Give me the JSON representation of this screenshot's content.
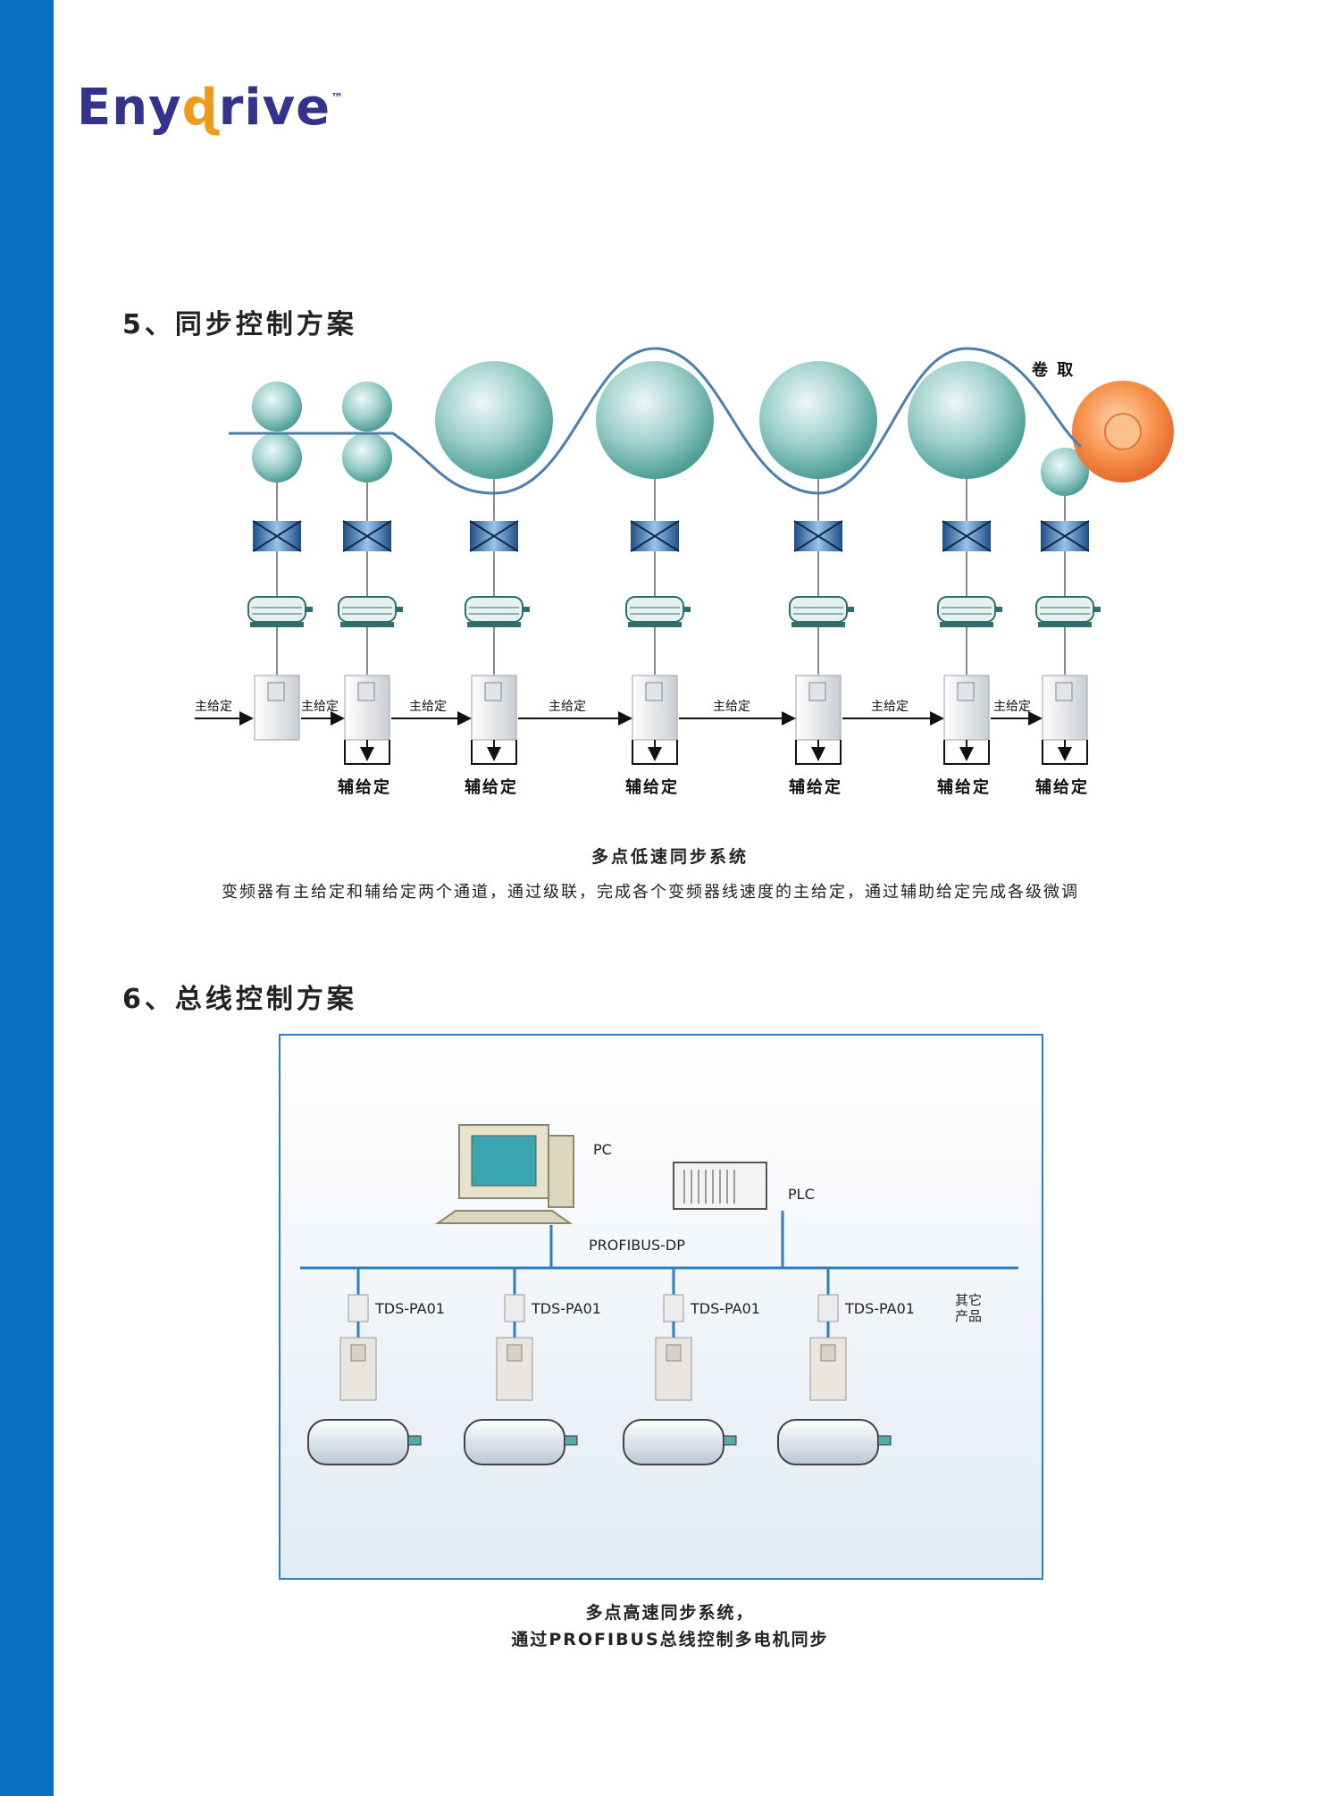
{
  "brand": {
    "logo_text_left": "Eny",
    "logo_text_right": "rive",
    "logo_tm": "™",
    "accent": "#f09a1c",
    "brand_color": "#33338c",
    "sidebar_color": "#0a6fc2"
  },
  "section5": {
    "title": "5、同步控制方案",
    "winding_label": "卷 取",
    "main_setting_label": "主给定",
    "aux_setting_label": "辅给定",
    "caption": "多点低速同步系统",
    "paragraph": "变频器有主给定和辅给定两个通道，通过级联，完成各个变频器线速度的主给定，通过辅助给定完成各级微调"
  },
  "section6": {
    "title": "6、总线控制方案",
    "pc_label": "PC",
    "plc_label": "PLC",
    "bus_label": "PROFIBUS-DP",
    "module_label": "TDS-PA01",
    "other_products_line1": "其它",
    "other_products_line2": "产品",
    "caption_line1": "多点高速同步系统，",
    "caption_line2": "通过PROFIBUS总线控制多电机同步"
  }
}
